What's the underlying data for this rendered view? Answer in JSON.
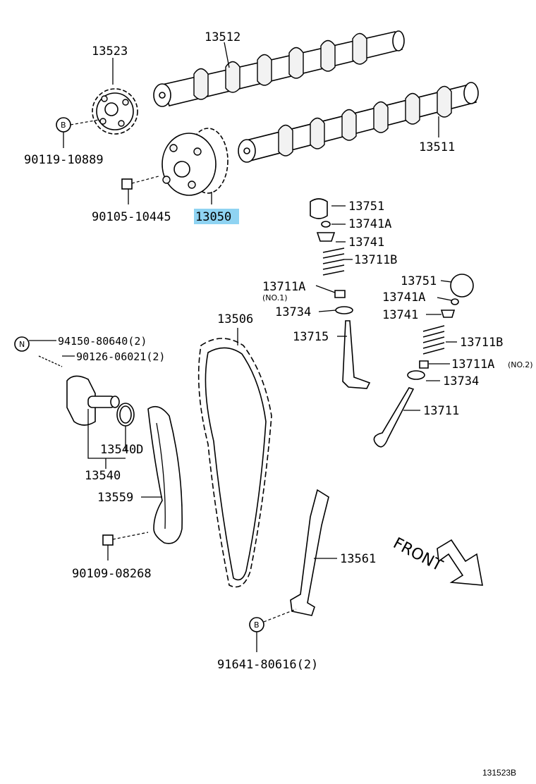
{
  "diagram": {
    "image_ref": "131523B",
    "front_label": "FRONT",
    "highlighted_part": "13050",
    "parts": {
      "camshaft_intake": "13512",
      "camshaft_exhaust": "13511",
      "exhaust_sprocket": "13523",
      "vvt_gear": "13050",
      "bolt_sprocket": "90119-10889",
      "bolt_vvt": "90105-10445",
      "chain": "13506",
      "lifter_a": "13751",
      "lock_a": "13741A",
      "retainer_a": "13741",
      "spring_a": "13711B",
      "seat_a": "13711A",
      "seat_a_note": "(NO.1)",
      "seal_a": "13734",
      "valve_a": "13715",
      "lifter_b": "13751",
      "lock_b": "13741A",
      "retainer_b": "13741",
      "spring_b": "13711B",
      "seat_b": "13711A",
      "seat_b_note": "(NO.2)",
      "seal_b": "13734",
      "valve_b": "13711",
      "tensioner_nut": "94150-80640(2)",
      "tensioner_stud": "90126-06021(2)",
      "tensioner_gasket": "13540D",
      "tensioner_assy": "13540",
      "tensioner_slipper": "13559",
      "slipper_bolt": "90109-08268",
      "damper": "13561",
      "damper_bolt": "91641-80616(2)"
    },
    "symbols": {
      "b1": "B",
      "b2": "B",
      "n1": "N"
    }
  }
}
